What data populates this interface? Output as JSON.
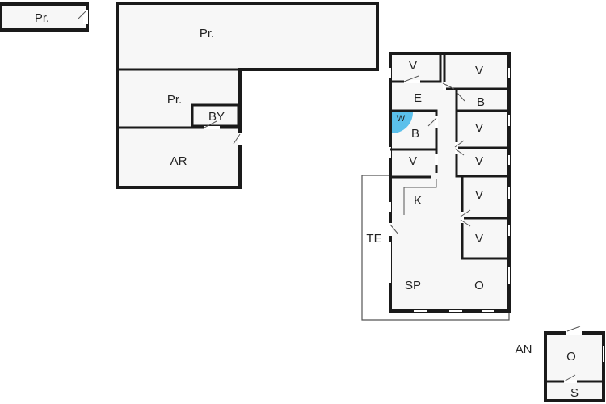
{
  "colors": {
    "wall": "#1a1a1a",
    "floor": "#f7f7f7",
    "terrace_line": "#555555",
    "water_heater": "#5bc0eb"
  },
  "rooms": {
    "pr_small": "Pr.",
    "pr_top": "Pr.",
    "pr_mid": "Pr.",
    "by": "BY",
    "ar": "AR",
    "v1": "V",
    "v2": "V",
    "e": "E",
    "b1": "B",
    "w": "W",
    "b2": "B",
    "v3": "V",
    "v4": "V",
    "v5": "V",
    "k": "K",
    "v6": "V",
    "v7": "V",
    "te": "TE",
    "sp": "SP",
    "o_main": "O",
    "an": "AN",
    "o_annex": "O",
    "s": "S"
  }
}
